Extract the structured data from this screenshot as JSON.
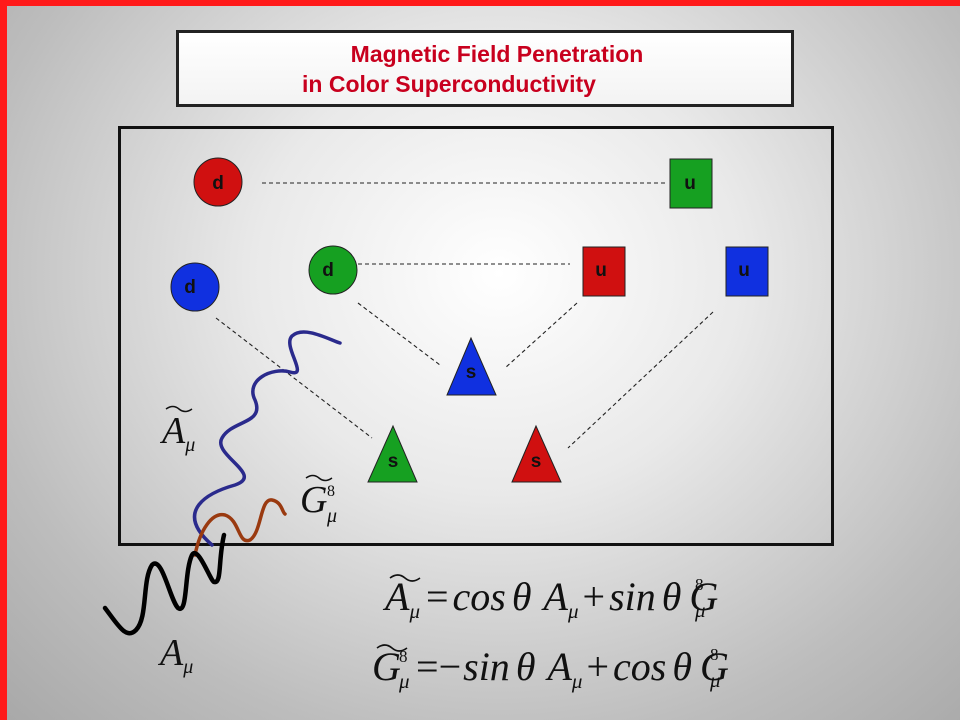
{
  "title": {
    "line1": "Magnetic Field Penetration",
    "line2": "in Color Superconductivity"
  },
  "quarks": [
    {
      "id": "d-red-circle",
      "label": "d",
      "shape": "circle",
      "color": "#d01010"
    },
    {
      "id": "u-green-square-top",
      "label": "u",
      "shape": "square",
      "color": "#16a021"
    },
    {
      "id": "d-green-circle",
      "label": "d",
      "shape": "circle",
      "color": "#16a021"
    },
    {
      "id": "u-red-square",
      "label": "u",
      "shape": "square",
      "color": "#d01010"
    },
    {
      "id": "u-blue-square",
      "label": "u",
      "shape": "square",
      "color": "#1030e0"
    },
    {
      "id": "d-blue-circle",
      "label": "d",
      "shape": "circle",
      "color": "#1030e0"
    },
    {
      "id": "s-blue-triangle",
      "label": "s",
      "shape": "triangle",
      "color": "#1030e0"
    },
    {
      "id": "s-green-triangle",
      "label": "s",
      "shape": "triangle",
      "color": "#16a021"
    },
    {
      "id": "s-red-triangle",
      "label": "s",
      "shape": "triangle",
      "color": "#d01010"
    }
  ],
  "fields": {
    "a_tilde": {
      "symbol": "A",
      "sub": "μ",
      "wave_color": "#2a2a8c"
    },
    "g8_tilde": {
      "symbol": "G",
      "sup": "8",
      "sub": "μ",
      "wave_color": "#9a3a10"
    },
    "a": {
      "symbol": "A",
      "sub": "μ",
      "wave_color": "#000000"
    }
  },
  "equations": {
    "eq1": {
      "lhs": "A",
      "lhs_sub": "μ",
      "equals": "=",
      "t1_func": "cos",
      "t1_theta": "θ",
      "t1_field": "A",
      "t1_sub": "μ",
      "op": "+",
      "t2_func": "sin",
      "t2_theta": "θ",
      "t2_field": "G",
      "t2_sup": "8",
      "t2_sub": "μ"
    },
    "eq2": {
      "lhs": "G",
      "lhs_sup": "8",
      "lhs_sub": "μ",
      "equals": "=",
      "neg": "−",
      "t1_func": "sin",
      "t1_theta": "θ",
      "t1_field": "A",
      "t1_sub": "μ",
      "op": "+",
      "t2_func": "cos",
      "t2_theta": "θ",
      "t2_field": "G",
      "t2_sup": "8",
      "t2_sub": "μ"
    }
  }
}
